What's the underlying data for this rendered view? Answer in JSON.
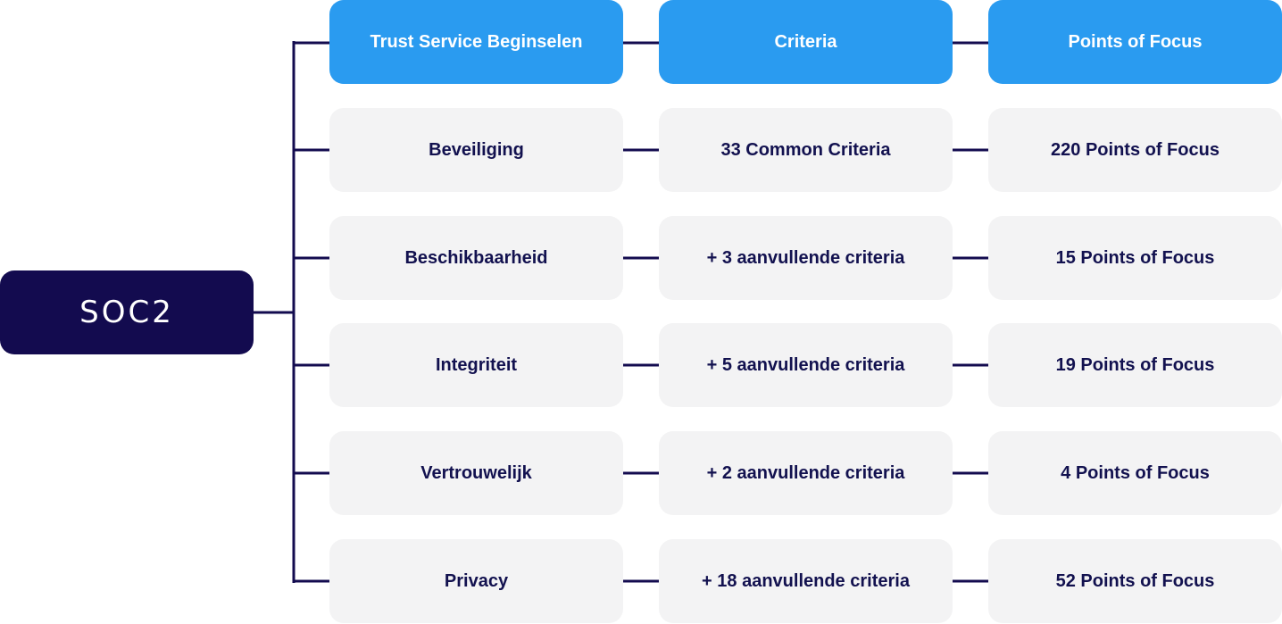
{
  "root": {
    "label": "SOC2"
  },
  "headers": [
    "Trust Service Beginselen",
    "Criteria",
    "Points of Focus"
  ],
  "rows": [
    {
      "principle": "Beveiliging",
      "criteria": "33 Common Criteria",
      "focus": "220 Points of Focus"
    },
    {
      "principle": "Beschikbaarheid",
      "criteria": "+ 3 aanvullende criteria",
      "focus": "15 Points of Focus"
    },
    {
      "principle": "Integriteit",
      "criteria": "+ 5 aanvullende criteria",
      "focus": "19 Points of Focus"
    },
    {
      "principle": "Vertrouwelijk",
      "criteria": "+ 2 aanvullende criteria",
      "focus": "4 Points of Focus"
    },
    {
      "principle": "Privacy",
      "criteria": "+ 18 aanvullende criteria",
      "focus": "52 Points of Focus"
    }
  ],
  "colors": {
    "header": "#2a9bf0",
    "cell": "#f3f3f4",
    "root": "#130b4f",
    "text": "#12114f",
    "connector": "#130b4f"
  }
}
